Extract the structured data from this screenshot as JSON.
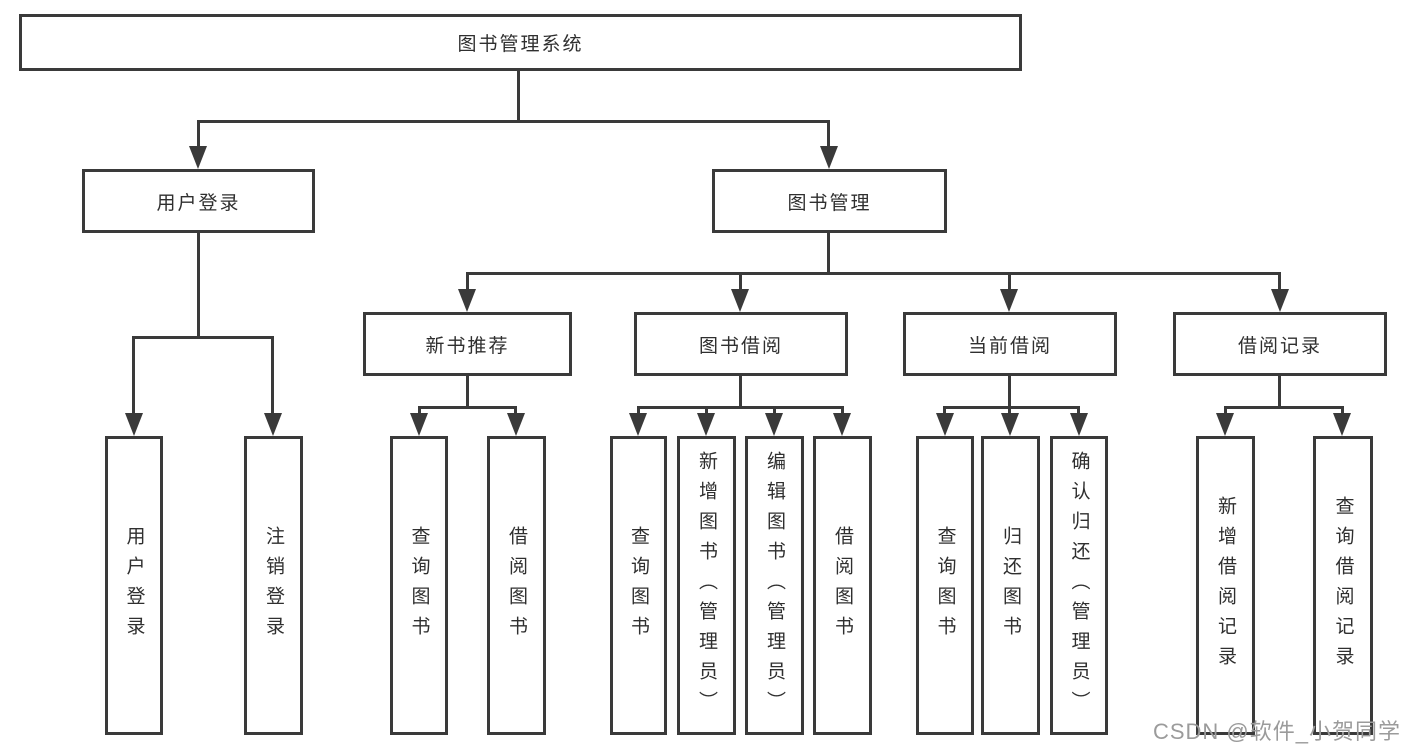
{
  "diagram": {
    "tree": {
      "root": "图书管理系统",
      "branches": [
        {
          "label": "用户登录",
          "children": [
            "用户登录",
            "注销登录"
          ]
        },
        {
          "label": "图书管理",
          "children": [
            {
              "label": "新书推荐",
              "children": [
                "查询图书",
                "借阅图书"
              ]
            },
            {
              "label": "图书借阅",
              "children": [
                "查询图书",
                "新增图书（管理员）",
                "编辑图书（管理员）",
                "借阅图书"
              ]
            },
            {
              "label": "当前借阅",
              "children": [
                "查询图书",
                "归还图书",
                "确认归还（管理员）"
              ]
            },
            {
              "label": "借阅记录",
              "children": [
                "新增借阅记录",
                "查询借阅记录"
              ]
            }
          ]
        }
      ]
    },
    "watermark": "CSDN @软件_小贺同学",
    "colors": {
      "line": "#3a3a3a",
      "box_border": "#3a3a3a",
      "text": "#2f2f2f",
      "watermark": "#9b9b9b",
      "background": "#ffffff"
    }
  }
}
